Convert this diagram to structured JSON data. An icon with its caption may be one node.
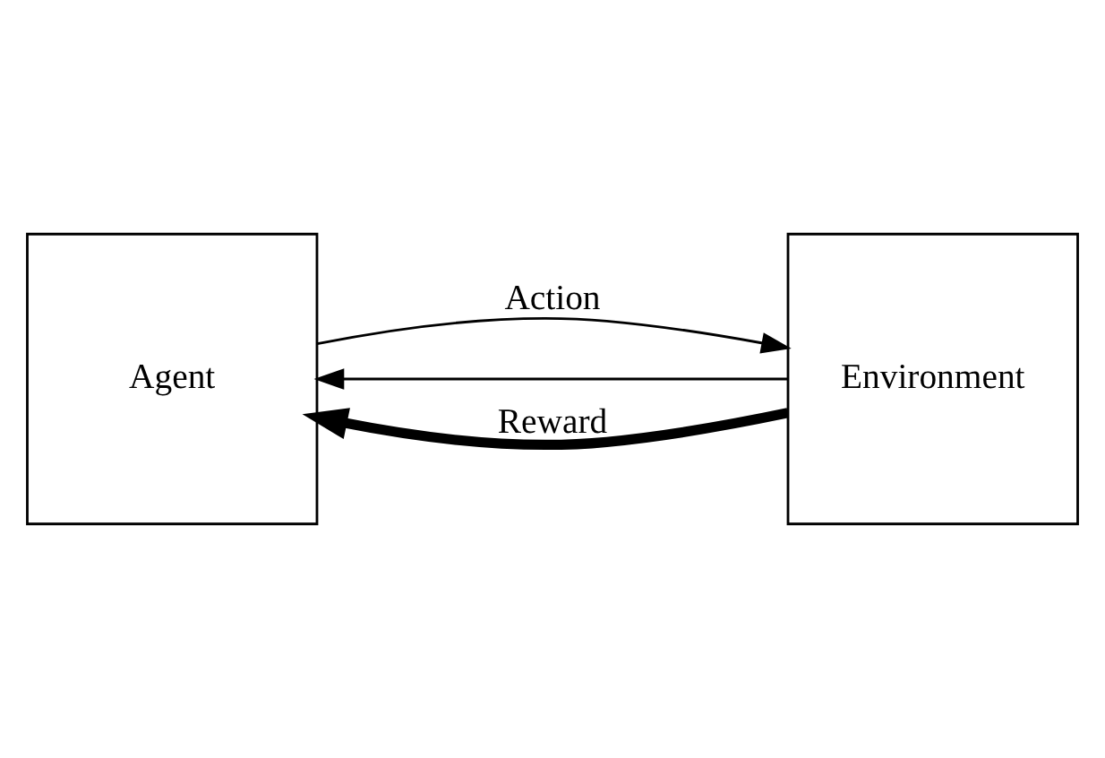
{
  "diagram": {
    "nodes": [
      {
        "text": [
          "Agent"
        ]
      },
      {
        "text": [
          "Environment"
        ]
      }
    ],
    "edges": [
      {
        "from": 1,
        "to": 0,
        "arrow": "to"
      },
      {
        "from": 1,
        "to": 0,
        "label": "Reward",
        "arrow": "to",
        "style": "thick"
      },
      {
        "from": 0,
        "to": 1,
        "label": "Action",
        "arrow": "to"
      }
    ]
  }
}
